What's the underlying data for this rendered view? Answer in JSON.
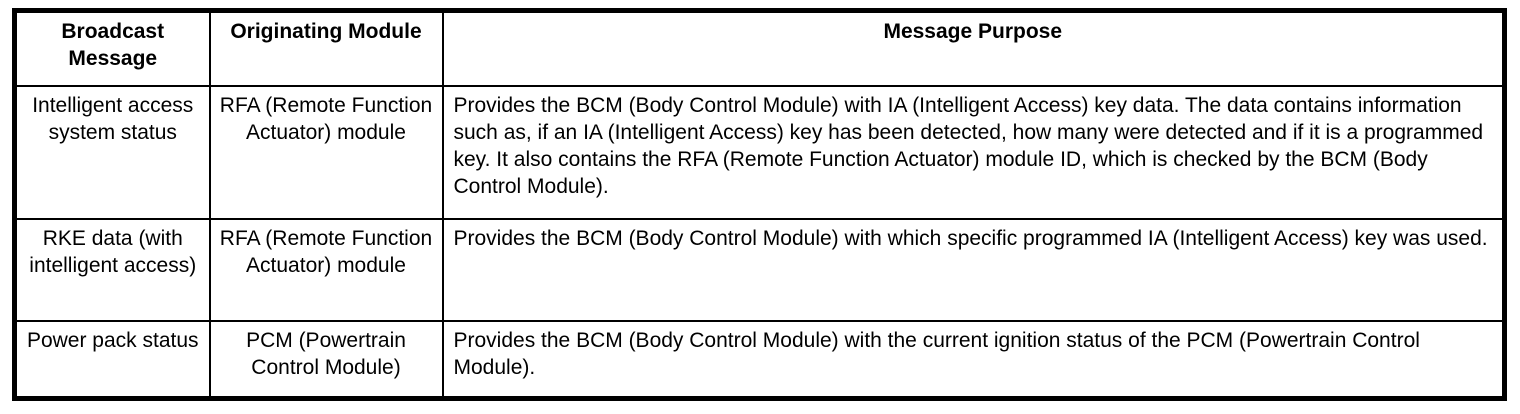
{
  "table": {
    "headers": [
      "Broadcast Message",
      "Originating Module",
      "Message Purpose"
    ],
    "rows": [
      {
        "broadcast_message": "Intelligent access system status",
        "originating_module": "RFA (Remote Function Actuator) module",
        "message_purpose": "Provides the BCM (Body Control Module) with IA (Intelligent Access) key data. The data contains information such as, if an IA (Intelligent Access) key has been detected, how many were detected and if it is a programmed key. It also contains the RFA (Remote Function Actuator) module ID, which is checked by the BCM (Body Control Module)."
      },
      {
        "broadcast_message": "RKE data (with intelligent access)",
        "originating_module": "RFA (Remote Function Actuator) module",
        "message_purpose": "Provides the BCM (Body Control Module) with which specific programmed IA (Intelligent Access) key was used."
      },
      {
        "broadcast_message": "Power pack status",
        "originating_module": "PCM (Powertrain Control Module)",
        "message_purpose": "Provides the BCM (Body Control Module) with the current ignition status of the PCM (Powertrain Control Module)."
      }
    ],
    "colors": {
      "border": "#000000",
      "text": "#000000",
      "background": "#ffffff"
    }
  }
}
